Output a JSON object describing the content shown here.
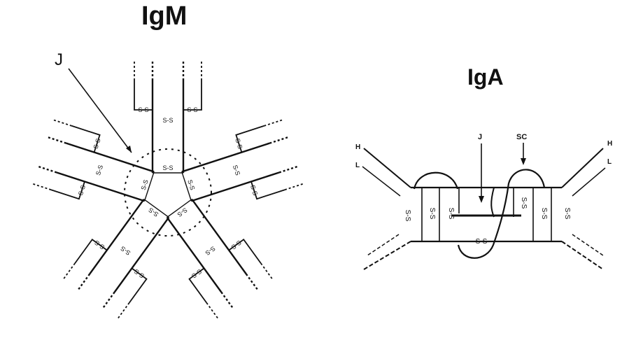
{
  "igm": {
    "title": "IgM",
    "j_label": "J",
    "disulfide_label": "S-S"
  },
  "iga": {
    "title": "IgA",
    "j_label": "J",
    "sc_label": "SC",
    "h_label": "H",
    "l_label": "L",
    "disulfide_label": "S-S"
  }
}
